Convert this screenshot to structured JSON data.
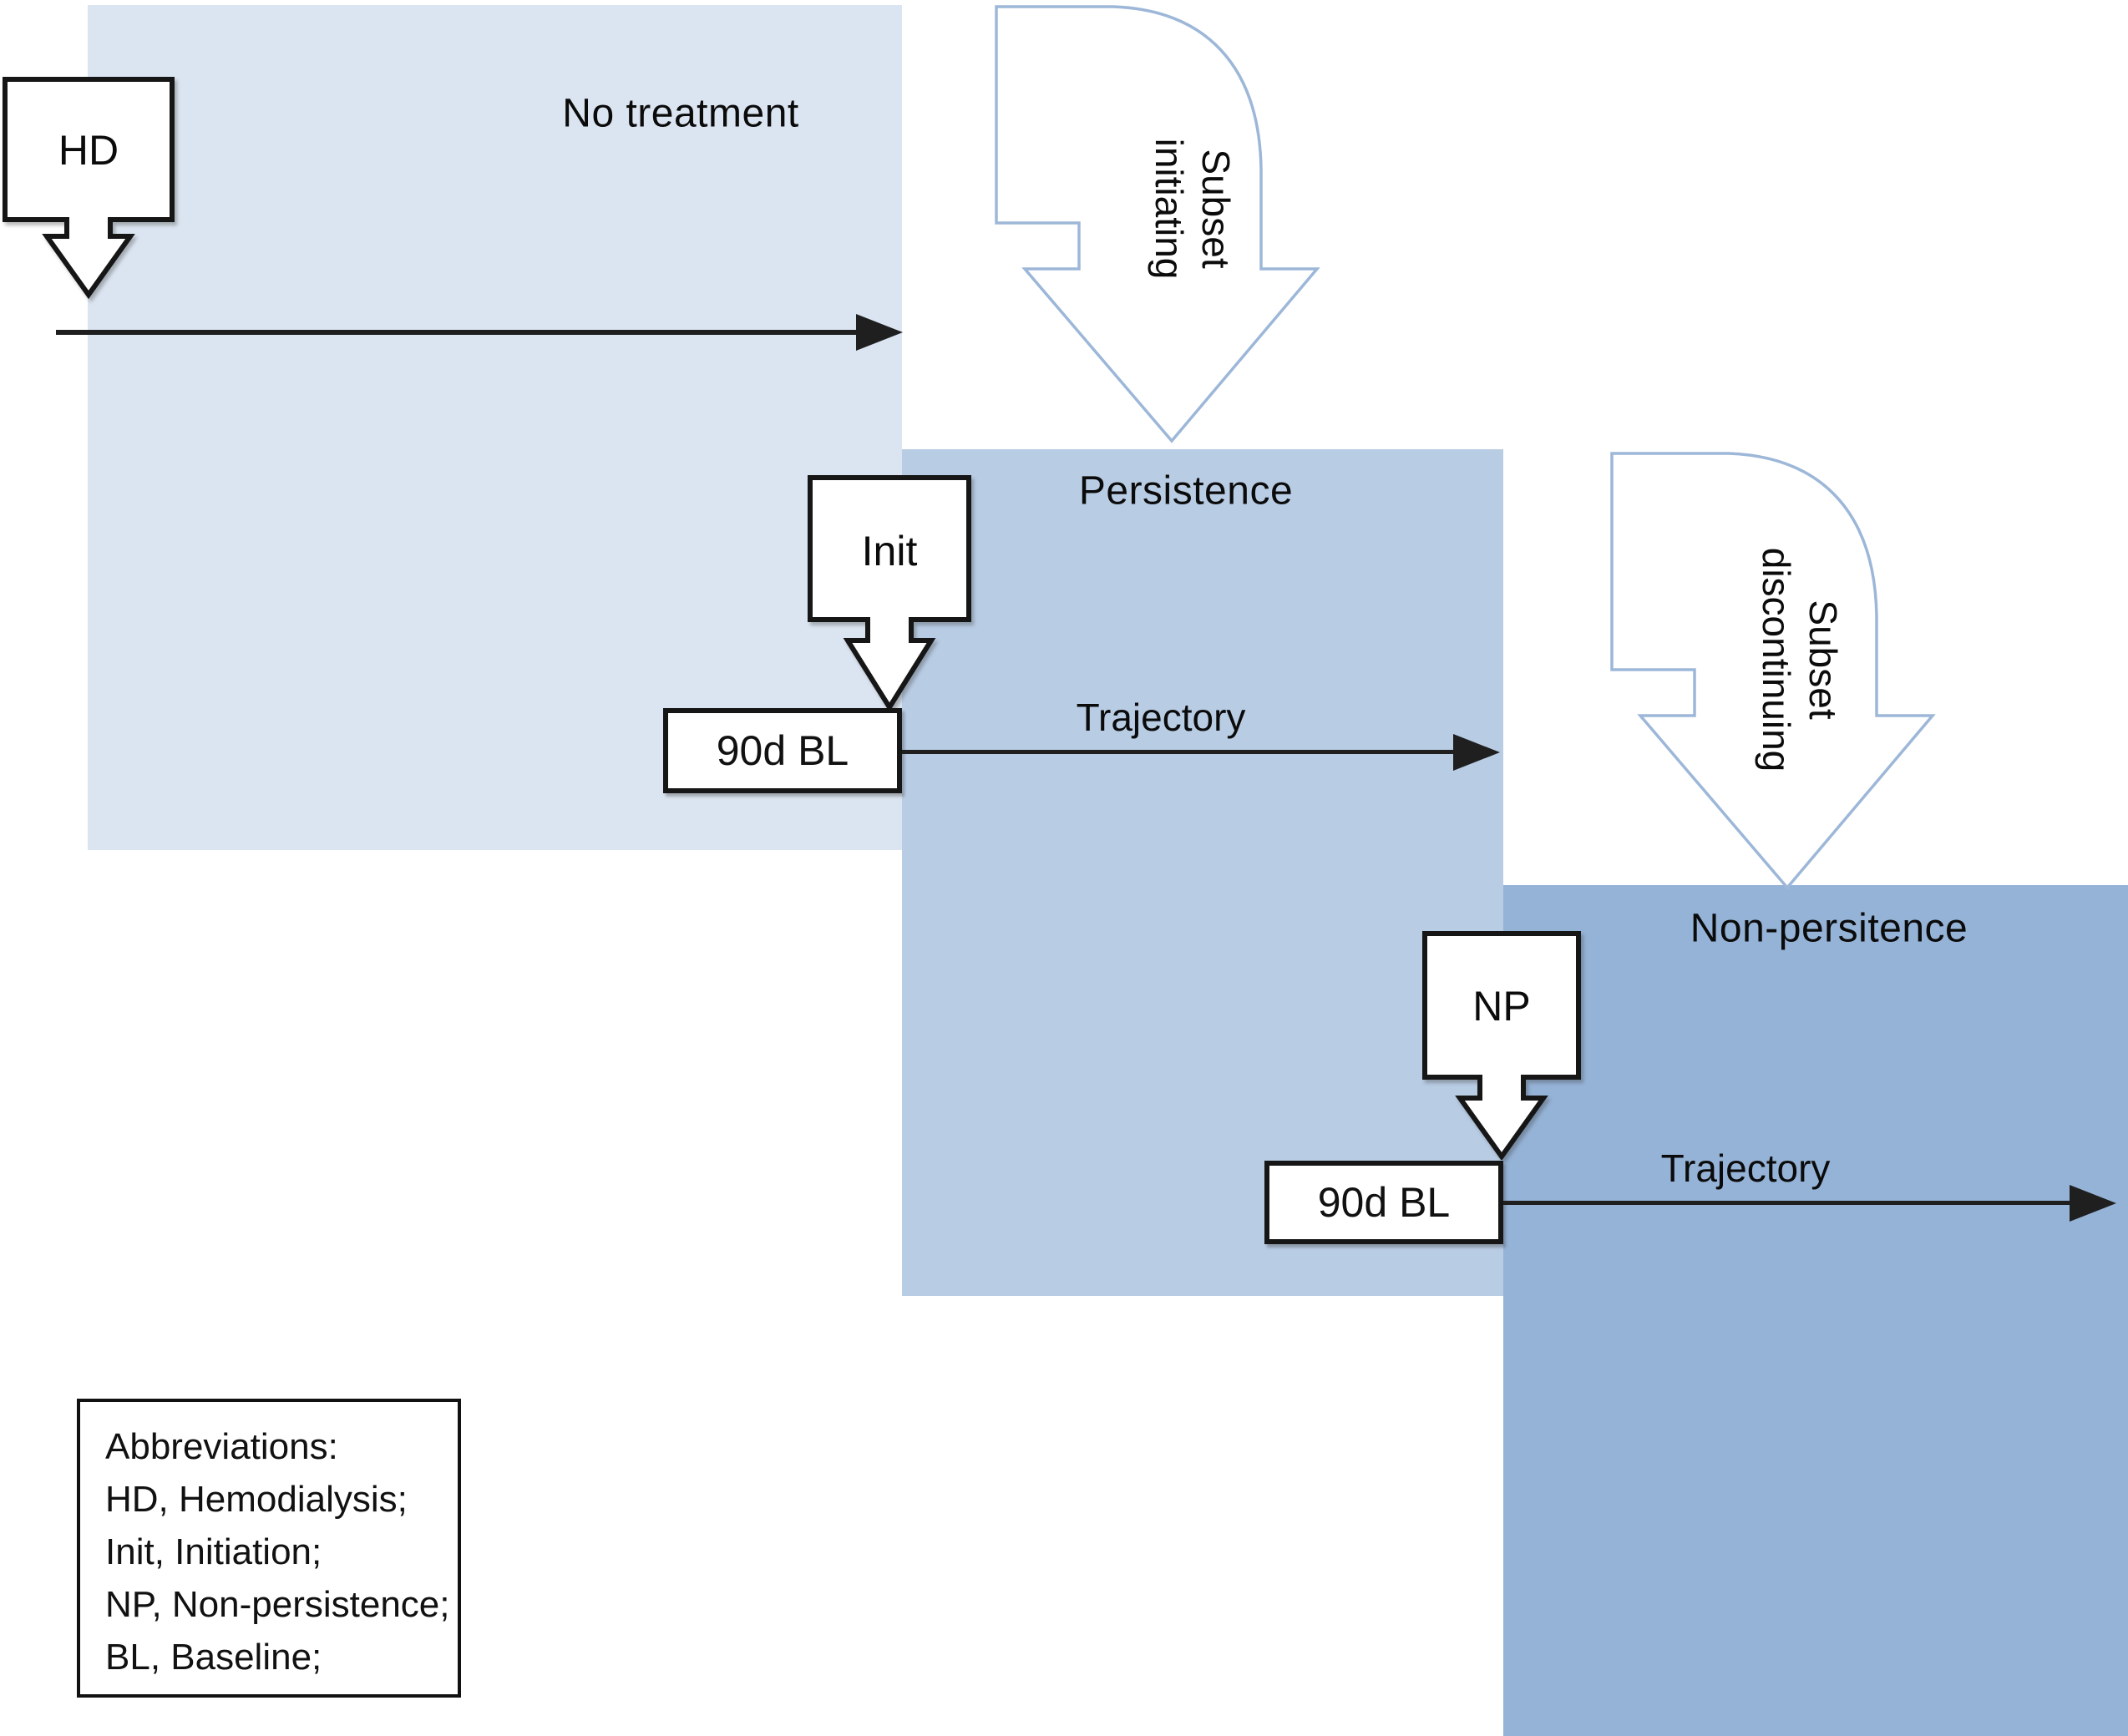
{
  "diagram": {
    "regions": {
      "no_treatment": {
        "label": "No treatment"
      },
      "persistence": {
        "label": "Persistence"
      },
      "non_persistence": {
        "label": "Non-persitence"
      }
    },
    "callouts": {
      "hd": {
        "label": "HD"
      },
      "init": {
        "label": "Init"
      },
      "np": {
        "label": "NP"
      }
    },
    "baselines": {
      "first": {
        "label": "90d BL"
      },
      "second": {
        "label": "90d BL"
      }
    },
    "trajectories": {
      "first": {
        "label": "Trajectory"
      },
      "second": {
        "label": "Trajectory"
      }
    },
    "subset_arrows": {
      "initiating": {
        "line1": "Subset",
        "line2": "initiating"
      },
      "discontinuing": {
        "line1": "Subset",
        "line2": "discontinuing"
      }
    },
    "abbreviations": {
      "title": "Abbreviations:",
      "items": [
        "HD, Hemodialysis;",
        "Init, Initiation;",
        "NP, Non-persistence;",
        "BL, Baseline;"
      ]
    },
    "colors": {
      "region_light": "#dbe5f1",
      "region_medium": "#b8cce4",
      "region_dark": "#95b3d7",
      "arrow_outline": "#9db7d8",
      "line": "#1f1f1f"
    }
  }
}
